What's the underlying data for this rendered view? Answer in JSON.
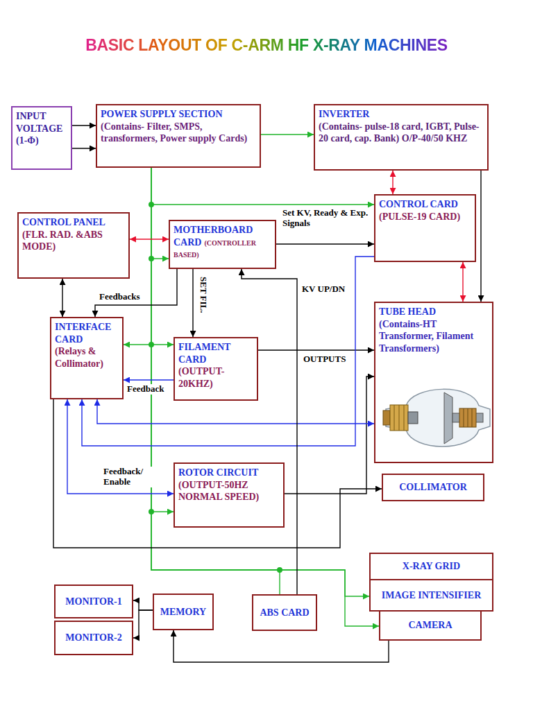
{
  "diagram": {
    "title": "BASIC LAYOUT OF C-ARM HF X-RAY MACHINES",
    "nodes": [
      {
        "text": [
          "INPUT VOLTAGE (1-Φ)"
        ]
      },
      {
        "text": [
          "POWER SUPPLY SECTION",
          "(Contains- Filter, SMPS, transformers, Power supply Cards)"
        ]
      },
      {
        "text": [
          "INVERTER",
          "(Contains- pulse-18 card, IGBT, Pulse-20 card, cap. Bank) O/P-40/50 KHZ"
        ]
      },
      {
        "text": [
          "CONTROL PANEL",
          "(FLR. RAD. &ABS MODE)"
        ]
      },
      {
        "text": [
          "MOTHERBOARD CARD",
          "(CONTROLLER BASED)"
        ]
      },
      {
        "text": [
          "CONTROL CARD",
          "(PULSE-19 CARD)"
        ]
      },
      {
        "text": [
          "INTERFACE CARD",
          "(Relays & Collimator)"
        ]
      },
      {
        "text": [
          "FILAMENT CARD",
          "(OUTPUT-20KHZ)"
        ]
      },
      {
        "text": [
          "TUBE HEAD",
          "(Contains-HT Transformer, Filament Transformers)"
        ]
      },
      {
        "text": [
          "ROTOR CIRCUIT",
          "(OUTPUT-50HZ NORMAL SPEED)"
        ]
      },
      {
        "text": [
          "COLLIMATOR"
        ]
      },
      {
        "text": [
          "X-RAY GRID"
        ]
      },
      {
        "text": [
          "IMAGE INTENSIFIER"
        ]
      },
      {
        "text": [
          "CAMERA"
        ]
      },
      {
        "text": [
          "MONITOR-1"
        ]
      },
      {
        "text": [
          "MONITOR-2"
        ]
      },
      {
        "text": [
          "MEMORY"
        ]
      },
      {
        "text": [
          "ABS CARD"
        ]
      }
    ],
    "edges": [
      {
        "from": 0,
        "to": 1,
        "arrow": "to"
      },
      {
        "from": 0,
        "to": 1,
        "arrow": "to"
      },
      {
        "from": 1,
        "to": 2,
        "arrow": "to"
      },
      {
        "from": 1,
        "to": 5,
        "arrow": "to"
      },
      {
        "from": 1,
        "to": 4,
        "arrow": "to"
      },
      {
        "from": 1,
        "to": 6,
        "arrow": "to"
      },
      {
        "from": 1,
        "to": 7,
        "arrow": "to"
      },
      {
        "from": 1,
        "to": 9,
        "arrow": "to"
      },
      {
        "from": 1,
        "to": 12,
        "arrow": "to"
      },
      {
        "from": 1,
        "to": 13,
        "arrow": "to"
      },
      {
        "from": 1,
        "to": 17,
        "arrow": "none"
      },
      {
        "from": 2,
        "to": 5,
        "arrow": "both"
      },
      {
        "from": 2,
        "to": 8,
        "arrow": "to"
      },
      {
        "from": 3,
        "to": 4,
        "arrow": "both"
      },
      {
        "from": 4,
        "to": 5,
        "label": "Set KV, Ready & Exp. Signals",
        "arrow": "to"
      },
      {
        "from": 5,
        "to": 8,
        "arrow": "both"
      },
      {
        "from": 3,
        "to": 6,
        "arrow": "both"
      },
      {
        "from": 4,
        "to": 6,
        "label": "Feedbacks",
        "arrow": "to"
      },
      {
        "from": 4,
        "to": 7,
        "label": "SET FIL.",
        "arrow": "to"
      },
      {
        "from": 7,
        "to": 6,
        "label": "Feedback",
        "arrow": "to"
      },
      {
        "from": 7,
        "to": 8,
        "arrow": "to"
      },
      {
        "from": 9,
        "to": 8,
        "arrow": "to"
      },
      {
        "from": 6,
        "to": 10,
        "arrow": "to"
      },
      {
        "from": 6,
        "to": 9,
        "label": "Feedback/ Enable",
        "arrow": "both"
      },
      {
        "from": 5,
        "to": 6,
        "arrow": "to"
      },
      {
        "from": 6,
        "to": 8,
        "arrow": "both"
      },
      {
        "from": 17,
        "to": 4,
        "label": "KV UP/DN",
        "arrow": "to"
      },
      {
        "from": 13,
        "to": 16,
        "arrow": "to"
      },
      {
        "from": 16,
        "to": 14,
        "arrow": "to"
      },
      {
        "from": 16,
        "to": 15,
        "arrow": "to"
      }
    ],
    "labels": [
      "OUTPUTS"
    ]
  }
}
